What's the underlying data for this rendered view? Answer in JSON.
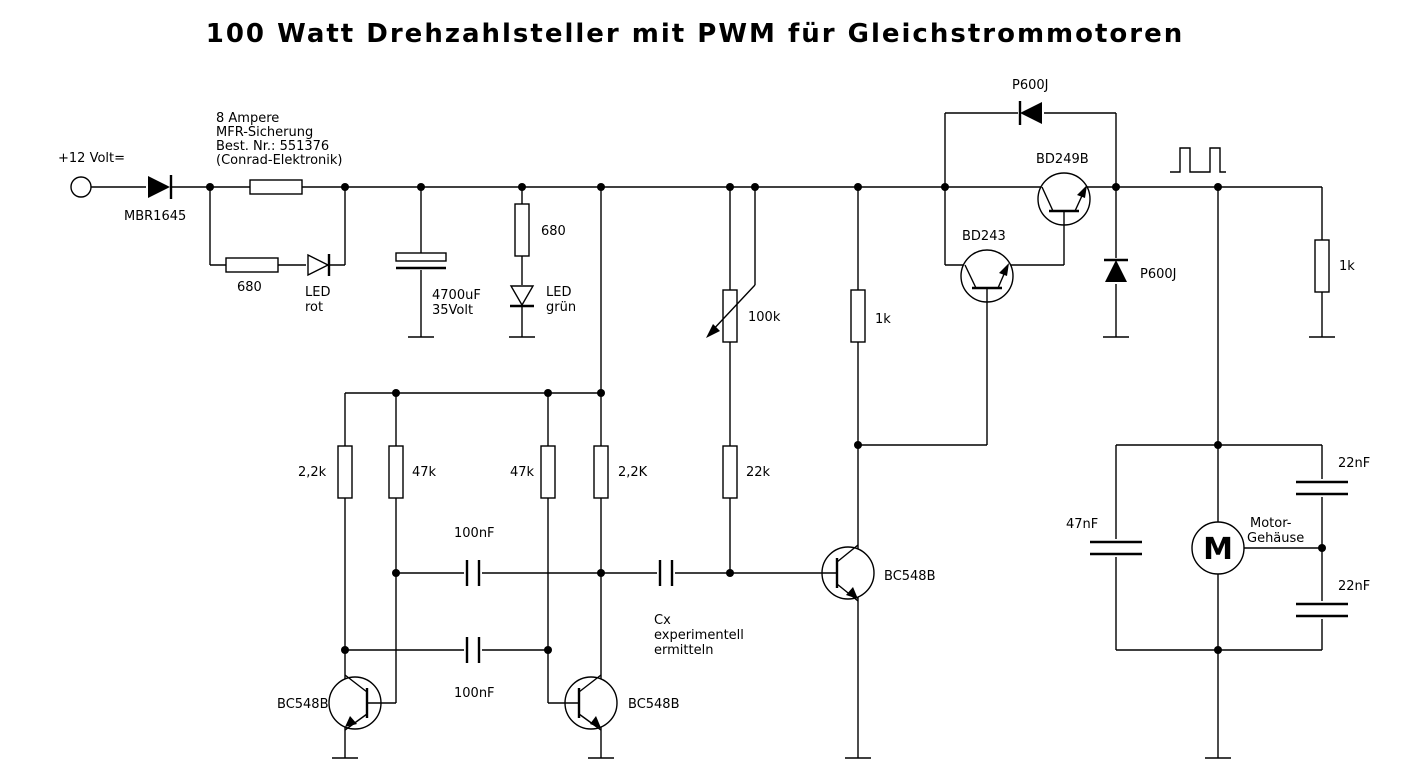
{
  "title": "100 Watt Drehzahlsteller mit PWM für Gleichstrommotoren",
  "labels": {
    "input": "+12 Volt=",
    "d_input": "MBR1645",
    "fuse_1": "8 Ampere",
    "fuse_2": "MFR-Sicherung",
    "fuse_3": "Best. Nr.: 551376",
    "fuse_4": "(Conrad-Elektronik)",
    "r_led_red": "680",
    "led_red_1": "LED",
    "led_red_2": "rot",
    "cap_main_1": "4700uF",
    "cap_main_2": "35Volt",
    "r_led_green": "680",
    "led_green_1": "LED",
    "led_green_2": "grün",
    "pot": "100k",
    "r_pot": "22k",
    "r_drv": "1k",
    "r_osc1": "2,2k",
    "r_osc2": "47k",
    "r_osc3": "47k",
    "r_osc4": "2,2K",
    "c_osc1": "100nF",
    "c_osc2": "100nF",
    "cx_1": "Cx",
    "cx_2": "experimentell",
    "cx_3": "ermitteln",
    "q_osc1": "BC548B",
    "q_osc2": "BC548B",
    "q_drv": "BC548B",
    "q_bd243": "BD243",
    "q_bd249": "BD249B",
    "d_top": "P600J",
    "d_free": "P600J",
    "r_load": "1k",
    "c_motor": "47nF",
    "c_motor_top": "22nF",
    "c_motor_bot": "22nF",
    "motor_1": "Motor-",
    "motor_2": "Gehäuse",
    "motor_symbol": "M"
  }
}
